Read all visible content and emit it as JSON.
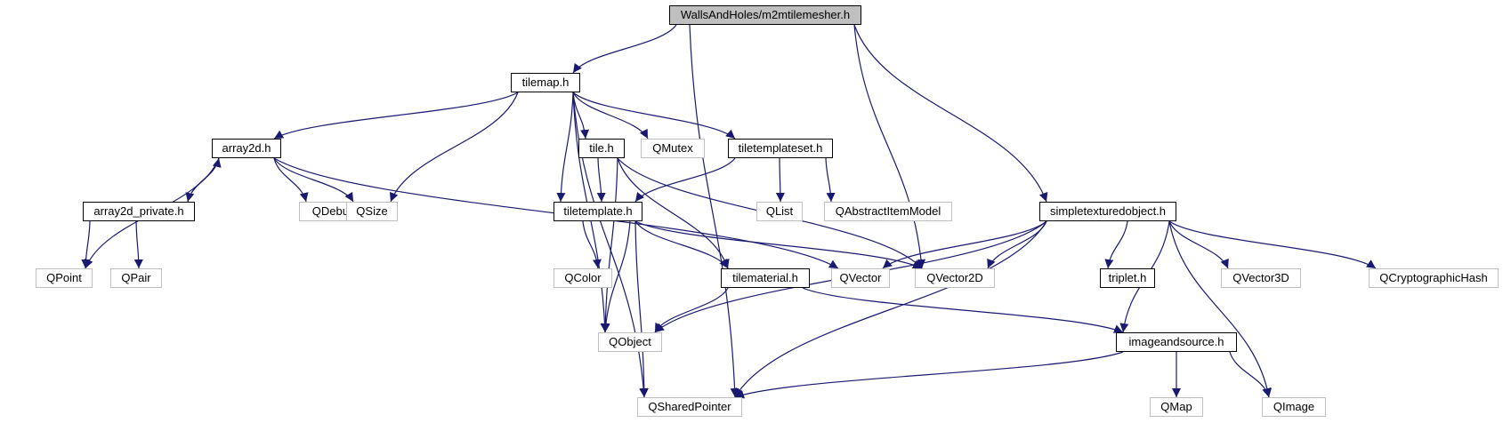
{
  "diagram": {
    "edge_color": "#191970",
    "nodes": [
      {
        "id": "root",
        "label": "WallsAndHoles/m2mtilemesher.h",
        "kind": "root"
      },
      {
        "id": "tilemap",
        "label": "tilemap.h",
        "kind": "local"
      },
      {
        "id": "array2d",
        "label": "array2d.h",
        "kind": "local"
      },
      {
        "id": "tile",
        "label": "tile.h",
        "kind": "local"
      },
      {
        "id": "qmutex",
        "label": "QMutex",
        "kind": "external"
      },
      {
        "id": "tiletemplateset",
        "label": "tiletemplateset.h",
        "kind": "local"
      },
      {
        "id": "array2d_private",
        "label": "array2d_private.h",
        "kind": "local"
      },
      {
        "id": "qdebug",
        "label": "QDebug",
        "kind": "external"
      },
      {
        "id": "qsize",
        "label": "QSize",
        "kind": "external"
      },
      {
        "id": "tiletemplate",
        "label": "tiletemplate.h",
        "kind": "local"
      },
      {
        "id": "qlist",
        "label": "QList",
        "kind": "external"
      },
      {
        "id": "qabstractitemmodel",
        "label": "QAbstractItemModel",
        "kind": "external"
      },
      {
        "id": "simpletexturedobject",
        "label": "simpletexturedobject.h",
        "kind": "local"
      },
      {
        "id": "qpoint",
        "label": "QPoint",
        "kind": "external"
      },
      {
        "id": "qpair",
        "label": "QPair",
        "kind": "external"
      },
      {
        "id": "qcolor",
        "label": "QColor",
        "kind": "external"
      },
      {
        "id": "tilematerial",
        "label": "tilematerial.h",
        "kind": "local"
      },
      {
        "id": "qvector",
        "label": "QVector",
        "kind": "external"
      },
      {
        "id": "qvector2d",
        "label": "QVector2D",
        "kind": "external"
      },
      {
        "id": "triplet",
        "label": "triplet.h",
        "kind": "local"
      },
      {
        "id": "qvector3d",
        "label": "QVector3D",
        "kind": "external"
      },
      {
        "id": "qcryptographichash",
        "label": "QCryptographicHash",
        "kind": "external"
      },
      {
        "id": "qobject",
        "label": "QObject",
        "kind": "external"
      },
      {
        "id": "imageandsource",
        "label": "imageandsource.h",
        "kind": "local"
      },
      {
        "id": "qsharedpointer",
        "label": "QSharedPointer",
        "kind": "external"
      },
      {
        "id": "qmap",
        "label": "QMap",
        "kind": "external"
      },
      {
        "id": "qimage",
        "label": "QImage",
        "kind": "external"
      }
    ],
    "edges": [
      [
        "root",
        "tilemap"
      ],
      [
        "root",
        "qsharedpointer"
      ],
      [
        "root",
        "qvector2d"
      ],
      [
        "root",
        "simpletexturedobject"
      ],
      [
        "tilemap",
        "array2d"
      ],
      [
        "tilemap",
        "qsize"
      ],
      [
        "tilemap",
        "qobject"
      ],
      [
        "tilemap",
        "qsharedpointer"
      ],
      [
        "tilemap",
        "tile"
      ],
      [
        "tilemap",
        "tiletemplate"
      ],
      [
        "tilemap",
        "qmutex"
      ],
      [
        "tilemap",
        "tiletemplateset"
      ],
      [
        "array2d",
        "array2d_private"
      ],
      [
        "array2d",
        "qdebug"
      ],
      [
        "array2d",
        "qsize"
      ],
      [
        "array2d",
        "qpoint"
      ],
      [
        "array2d",
        "qvector"
      ],
      [
        "array2d_private",
        "array2d"
      ],
      [
        "array2d_private",
        "qpoint"
      ],
      [
        "array2d_private",
        "qpair"
      ],
      [
        "tile",
        "tiletemplate"
      ],
      [
        "tile",
        "tilematerial"
      ],
      [
        "tile",
        "qobject"
      ],
      [
        "tile",
        "qvector2d"
      ],
      [
        "tiletemplateset",
        "tiletemplate"
      ],
      [
        "tiletemplateset",
        "qlist"
      ],
      [
        "tiletemplateset",
        "qabstractitemmodel"
      ],
      [
        "tiletemplate",
        "qcolor"
      ],
      [
        "tiletemplate",
        "qobject"
      ],
      [
        "tiletemplate",
        "qsharedpointer"
      ],
      [
        "tiletemplate",
        "tilematerial"
      ],
      [
        "tiletemplate",
        "qvector2d"
      ],
      [
        "tilematerial",
        "qobject"
      ],
      [
        "tilematerial",
        "imageandsource"
      ],
      [
        "simpletexturedobject",
        "qvector"
      ],
      [
        "simpletexturedobject",
        "qvector2d"
      ],
      [
        "simpletexturedobject",
        "triplet"
      ],
      [
        "simpletexturedobject",
        "qvector3d"
      ],
      [
        "simpletexturedobject",
        "qcryptographichash"
      ],
      [
        "simpletexturedobject",
        "qobject"
      ],
      [
        "simpletexturedobject",
        "qsharedpointer"
      ],
      [
        "simpletexturedobject",
        "imageandsource"
      ],
      [
        "simpletexturedobject",
        "qimage"
      ],
      [
        "imageandsource",
        "qsharedpointer"
      ],
      [
        "imageandsource",
        "qmap"
      ],
      [
        "imageandsource",
        "qimage"
      ]
    ]
  }
}
